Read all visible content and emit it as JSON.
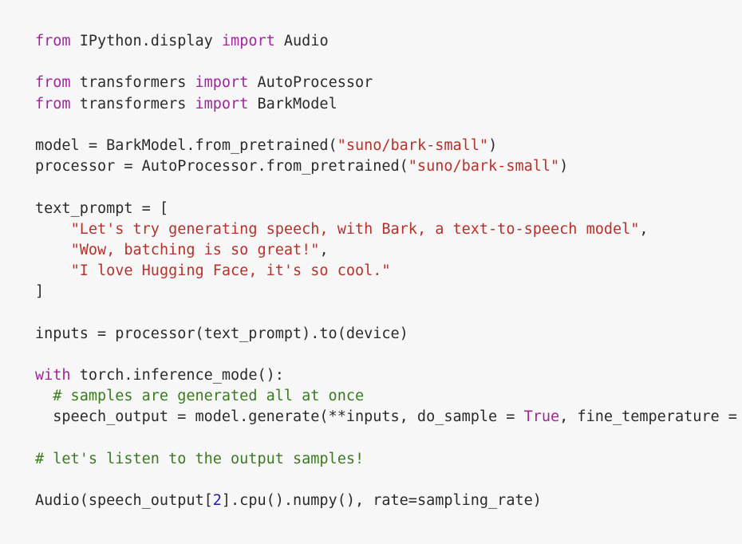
{
  "colors": {
    "keyword": "#a0269c",
    "string": "#b8312a",
    "comment": "#3b7a22",
    "number": "#1c1cb0",
    "text": "#2b2b2b",
    "background": "#f7f7f7"
  },
  "code_lines": [
    [
      [
        "from",
        "kw"
      ],
      [
        " IPython.display ",
        ""
      ],
      [
        "import",
        "kw"
      ],
      [
        " Audio",
        ""
      ]
    ],
    [],
    [
      [
        "from",
        "kw"
      ],
      [
        " transformers ",
        ""
      ],
      [
        "import",
        "kw"
      ],
      [
        " AutoProcessor",
        ""
      ]
    ],
    [
      [
        "from",
        "kw"
      ],
      [
        " transformers ",
        ""
      ],
      [
        "import",
        "kw"
      ],
      [
        " BarkModel",
        ""
      ]
    ],
    [],
    [
      [
        "model = BarkModel.from_pretrained(",
        ""
      ],
      [
        "\"suno/bark-small\"",
        "str"
      ],
      [
        ")",
        ""
      ]
    ],
    [
      [
        "processor = AutoProcessor.from_pretrained(",
        ""
      ],
      [
        "\"suno/bark-small\"",
        "str"
      ],
      [
        ")",
        ""
      ]
    ],
    [],
    [
      [
        "text_prompt = [",
        ""
      ]
    ],
    [
      [
        "    ",
        ""
      ],
      [
        "\"Let's try generating speech, with Bark, a text-to-speech model\"",
        "str"
      ],
      [
        ",",
        ""
      ]
    ],
    [
      [
        "    ",
        ""
      ],
      [
        "\"Wow, batching is so great!\"",
        "str"
      ],
      [
        ",",
        ""
      ]
    ],
    [
      [
        "    ",
        ""
      ],
      [
        "\"I love Hugging Face, it's so cool.\"",
        "str"
      ]
    ],
    [
      [
        "]",
        ""
      ]
    ],
    [],
    [
      [
        "inputs = processor(text_prompt).to(device)",
        ""
      ]
    ],
    [],
    [
      [
        "with",
        "kw"
      ],
      [
        " torch.inference_mode():",
        ""
      ]
    ],
    [
      [
        "  ",
        ""
      ],
      [
        "# samples are generated all at once",
        "com"
      ]
    ],
    [
      [
        "  speech_output = model.generate(**inputs, do_sample = ",
        ""
      ],
      [
        "True",
        "kw"
      ],
      [
        ", fine_temperature = ",
        ""
      ]
    ],
    [],
    [
      [
        "# let's listen to the output samples!",
        "com"
      ]
    ],
    [],
    [
      [
        "Audio(speech_output[",
        ""
      ],
      [
        "2",
        "num"
      ],
      [
        "].cpu().numpy(), rate=sampling_rate)",
        ""
      ]
    ]
  ]
}
